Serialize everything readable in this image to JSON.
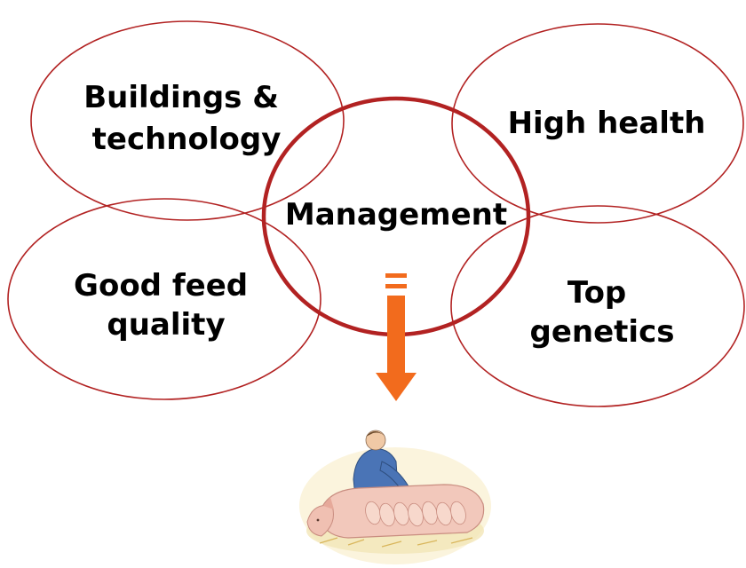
{
  "diagram": {
    "nodes": {
      "buildings": {
        "lines": [
          "Buildings &",
          "technology"
        ]
      },
      "health": {
        "lines": [
          "High health"
        ]
      },
      "feed": {
        "lines": [
          "Good feed",
          "quality"
        ]
      },
      "genetics": {
        "lines": [
          "Top",
          "genetics"
        ]
      },
      "management": {
        "lines": [
          "Management"
        ]
      }
    },
    "equals_symbol": "=",
    "colors": {
      "outline": "#b22222",
      "arrow": "#f26b1d",
      "text": "#000000"
    },
    "illustration": "farmer-with-sow-and-piglets"
  }
}
